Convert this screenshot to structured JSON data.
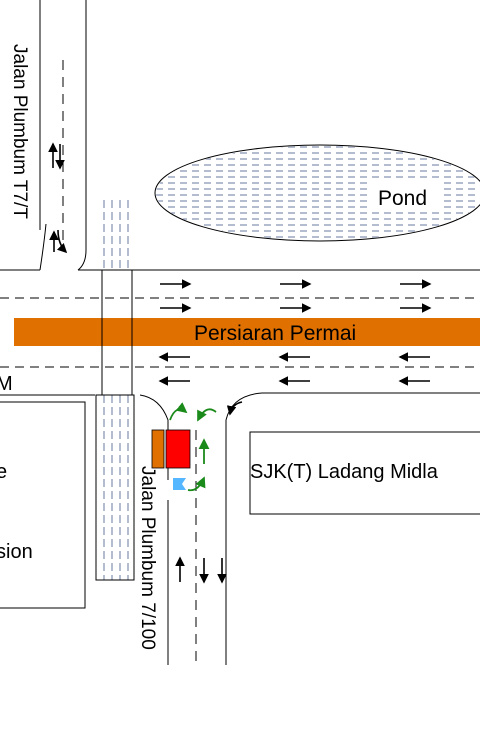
{
  "labels": {
    "pond": "Pond",
    "main_road": "Persiaran Permai",
    "side_road_north": "Jalan Plumbum T7/T",
    "side_road_south": "Jalan Plumbum 7/100",
    "school": "SJK(T) Ladang Midla",
    "left_cut_top": "M",
    "left_cut_mid": "e",
    "left_cut_bottom": "sion"
  },
  "colors": {
    "road_band": "#e07000",
    "pond_fill": "#ffffff",
    "pond_hatch": "#6a7aa0",
    "crossing_dash": "#6a7aa0",
    "green_arrow": "#1a8a1a",
    "red_marker": "#ff0000",
    "orange_marker": "#e07000",
    "blue_marker": "#55b7ff",
    "line": "#000000"
  },
  "icons": {
    "eastbound": "arrow-right-icon",
    "westbound": "arrow-left-icon",
    "two_way": "arrow-up-down-icon",
    "turn": "curved-arrow-icon"
  }
}
